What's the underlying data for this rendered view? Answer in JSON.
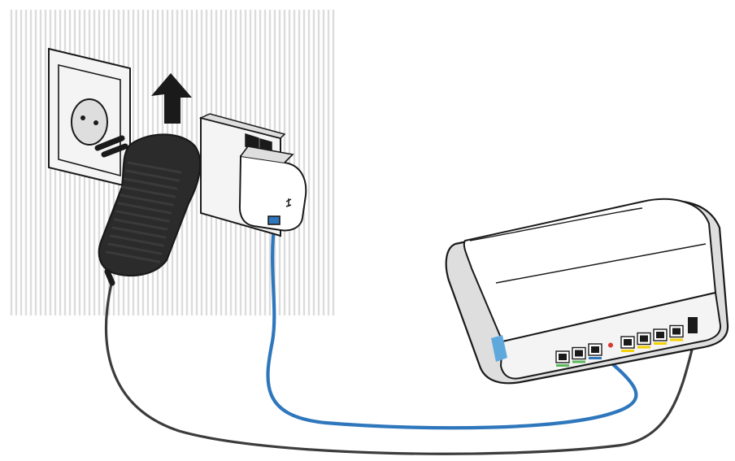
{
  "illustration": {
    "parts": [
      "wall",
      "wall-socket",
      "power-adapter",
      "direction-arrow",
      "phone-socket",
      "dsl-splitter",
      "dsl-cable",
      "power-cable",
      "router"
    ],
    "colors": {
      "wall_stripe": "#dcdcdc",
      "line": "#1a1a1a",
      "adapter_body": "#2b2b2b",
      "adapter_ribs": "#3a3a3a",
      "device_fill": "#f4f4f4",
      "device_shade": "#dedede",
      "dsl_cable": "#2f77bd",
      "power_cable": "#3c3c3c",
      "router_side_accent": "#5fa8dc",
      "port_yellow": "#f5d000",
      "port_green": "#5cb85c",
      "port_blue": "#2f77bd",
      "led_red": "#d9382f"
    },
    "router_ports": [
      "phone-1",
      "phone-2",
      "dsl",
      "reset",
      "lan-1",
      "lan-2",
      "lan-3",
      "lan-4",
      "power"
    ]
  }
}
